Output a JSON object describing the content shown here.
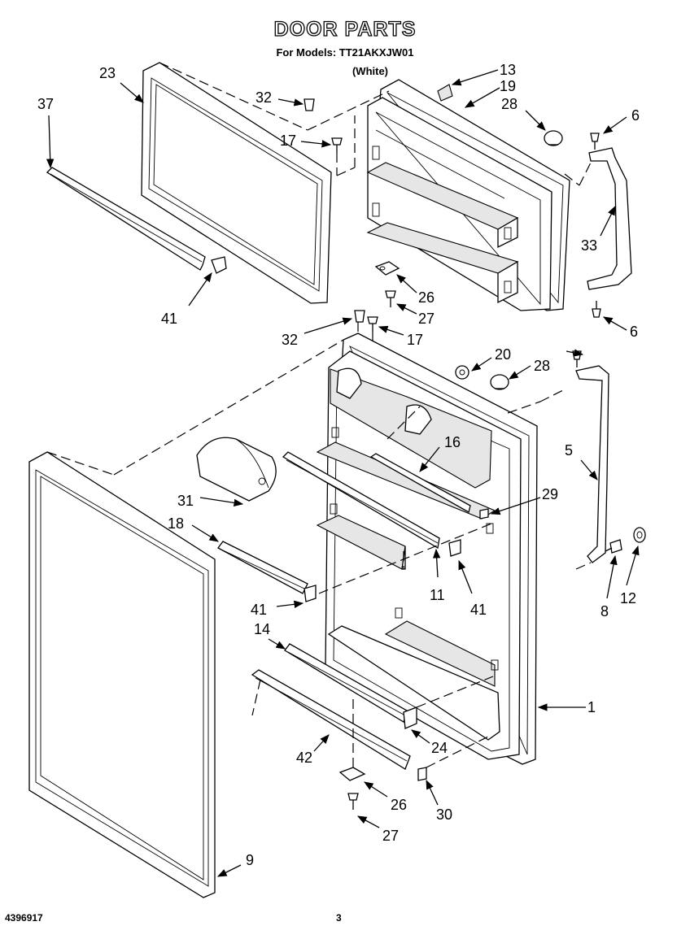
{
  "header": {
    "title": "DOOR PARTS",
    "subtitle": "For Models: TT21AKXJW01",
    "color_note": "(White)"
  },
  "footer": {
    "doc_number": "4396917",
    "page_number": "3"
  },
  "callouts": {
    "c1": "1",
    "c5": "5",
    "c6a": "6",
    "c6b": "6",
    "c8": "8",
    "c9": "9",
    "c11": "11",
    "c12": "12",
    "c13": "13",
    "c14": "14",
    "c16": "16",
    "c17a": "17",
    "c17b": "17",
    "c18": "18",
    "c19": "19",
    "c20": "20",
    "c23": "23",
    "c24": "24",
    "c26a": "26",
    "c26b": "26",
    "c27a": "27",
    "c27b": "27",
    "c28a": "28",
    "c28b": "28",
    "c29": "29",
    "c30": "30",
    "c31": "31",
    "c32a": "32",
    "c32b": "32",
    "c33": "33",
    "c37": "37",
    "c41a": "41",
    "c41b": "41",
    "c41c": "41",
    "c42": "42"
  }
}
